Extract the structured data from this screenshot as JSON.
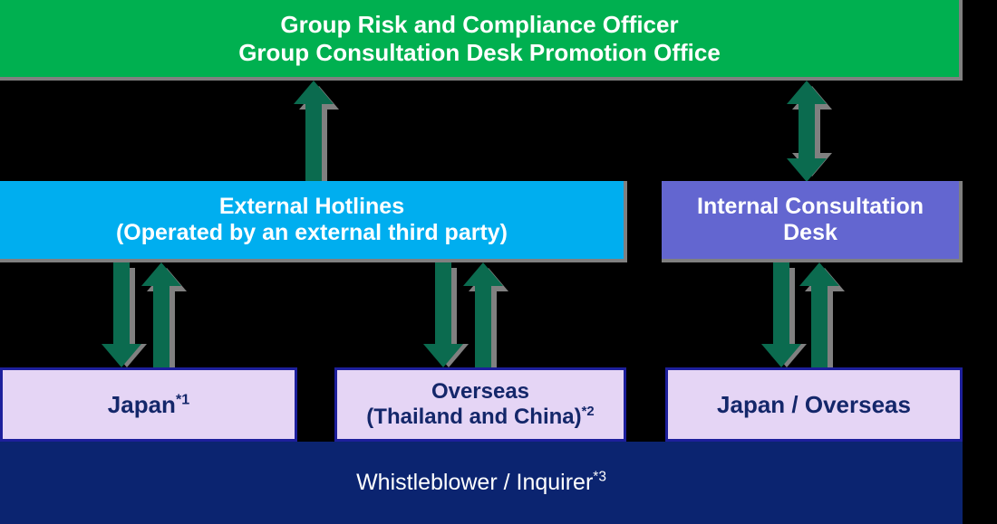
{
  "diagram": {
    "title": "Whistleblowing and consultation desk structure",
    "colors": {
      "officer_green": "#00b050",
      "external_blue": "#00aeef",
      "internal_purple": "#6366d0",
      "leaf_lavender": "#e5d5f5",
      "leaf_border_navy": "#1d1f9c",
      "leaf_text_navy": "#14276a",
      "bottom_navy": "#0b2470",
      "arrow_green": "#0b6b4f",
      "box_shadow_gray": "#808080",
      "background": "#000000"
    },
    "nodes": {
      "officer": {
        "line1": "Group Risk and Compliance Officer",
        "line2": "Group Consultation Desk Promotion Office"
      },
      "external_hotlines": {
        "line1": "External Hotlines",
        "line2": "(Operated by an external third party)"
      },
      "internal_desk": {
        "line1": "Internal Consultation",
        "line2": "Desk"
      },
      "japan": {
        "label": "Japan",
        "footnote": "*1"
      },
      "overseas": {
        "line1": "Overseas",
        "line2": "(Thailand and China)",
        "footnote": "*2"
      },
      "japan_overseas": {
        "label": "Japan / Overseas"
      },
      "whistleblower": {
        "label": "Whistleblower / Inquirer",
        "footnote": "*3"
      }
    },
    "connectors": [
      {
        "name": "hotlines-to-officer",
        "direction": "up",
        "from": "external_hotlines",
        "to": "officer"
      },
      {
        "name": "internal-desk-to-officer",
        "direction": "both",
        "from": "internal_desk",
        "to": "officer"
      },
      {
        "name": "hotlines-to-japan",
        "direction": "down",
        "from": "external_hotlines",
        "to": "japan"
      },
      {
        "name": "japan-to-hotlines",
        "direction": "up",
        "from": "japan",
        "to": "external_hotlines"
      },
      {
        "name": "hotlines-to-overseas",
        "direction": "down",
        "from": "external_hotlines",
        "to": "overseas"
      },
      {
        "name": "overseas-to-hotlines",
        "direction": "up",
        "from": "overseas",
        "to": "external_hotlines"
      },
      {
        "name": "internal-desk-to-japan-overseas",
        "direction": "down",
        "from": "internal_desk",
        "to": "japan_overseas"
      },
      {
        "name": "japan-overseas-to-internal-desk",
        "direction": "up",
        "from": "japan_overseas",
        "to": "internal_desk"
      }
    ]
  }
}
